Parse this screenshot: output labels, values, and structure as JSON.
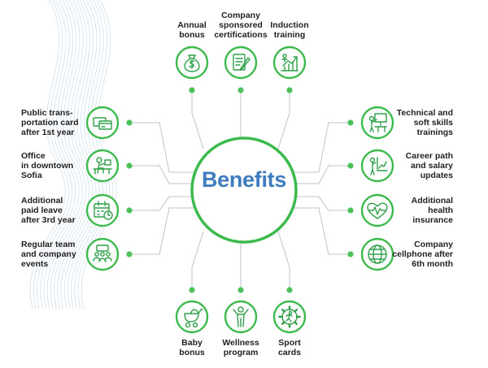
{
  "center": {
    "title": "Benefits"
  },
  "colors": {
    "ring": "#3dba4e",
    "icon": "#2fa049",
    "dot": "#4cc15a",
    "line": "#bfc3c6",
    "title": "#3f7bbf",
    "wave": "#8fb5d8"
  },
  "top": [
    {
      "key": "annual-bonus",
      "icon": "money-bag-icon",
      "lines": [
        "Annual",
        "bonus"
      ]
    },
    {
      "key": "certifications",
      "icon": "document-pen-icon",
      "lines": [
        "Company",
        "sponsored",
        "certifications"
      ]
    },
    {
      "key": "induction-training",
      "icon": "growth-chart-icon",
      "lines": [
        "Induction",
        "training"
      ]
    }
  ],
  "left": [
    {
      "key": "transportation-card",
      "icon": "card-icon",
      "lines": [
        "Public trans-",
        "portation card",
        "after 1st year"
      ]
    },
    {
      "key": "office",
      "icon": "desk-worker-icon",
      "lines": [
        "Office",
        "in downtown",
        "Sofia"
      ]
    },
    {
      "key": "paid-leave",
      "icon": "calendar-icon",
      "lines": [
        "Additional",
        "paid leave",
        "after 3rd year"
      ]
    },
    {
      "key": "team-events",
      "icon": "team-icon",
      "lines": [
        "Regular team",
        "and company",
        "events"
      ]
    }
  ],
  "right": [
    {
      "key": "trainings",
      "icon": "presentation-icon",
      "lines": [
        "Technical and",
        "soft skills",
        "trainings"
      ]
    },
    {
      "key": "career-path",
      "icon": "career-chart-icon",
      "lines": [
        "Career path",
        "and salary",
        "updates"
      ]
    },
    {
      "key": "health-insurance",
      "icon": "heart-pulse-icon",
      "lines": [
        "Additional",
        "health",
        "insurance"
      ]
    },
    {
      "key": "cellphone",
      "icon": "globe-icon",
      "lines": [
        "Company",
        "cellphone after",
        "6th month"
      ]
    }
  ],
  "bottom": [
    {
      "key": "baby-bonus",
      "icon": "stroller-icon",
      "lines": [
        "Baby",
        "bonus"
      ]
    },
    {
      "key": "wellness",
      "icon": "person-icon",
      "lines": [
        "Wellness",
        "program"
      ]
    },
    {
      "key": "sport-cards",
      "icon": "runner-gear-icon",
      "lines": [
        "Sport",
        "cards"
      ]
    }
  ]
}
